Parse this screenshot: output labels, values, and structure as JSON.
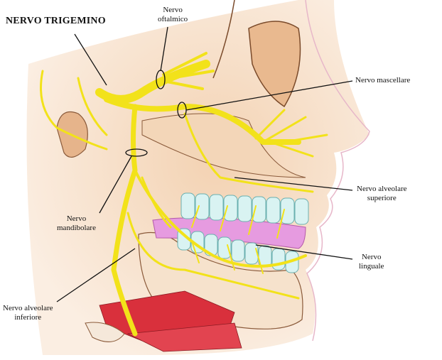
{
  "title": "NERVO TRIGEMINO",
  "labels": {
    "oftalmico": [
      "Nervo",
      "oftalmico"
    ],
    "mascellare": [
      "Nervo mascellare"
    ],
    "alveolare_superiore": [
      "Nervo alveolare",
      "superiore"
    ],
    "mandibolare": [
      "Nervo",
      "mandibolare"
    ],
    "linguale": [
      "Nervo",
      "linguale"
    ],
    "alveolare_inferiore": [
      "Nervo alveolare",
      "inferiore"
    ]
  },
  "colors": {
    "nerve": "#f2e21a",
    "skin": "#f5dcc4",
    "bone": "#f0d7bd",
    "teeth": "#d9f3f2",
    "gum": "#e69be0",
    "muscle": "#d9303c"
  }
}
